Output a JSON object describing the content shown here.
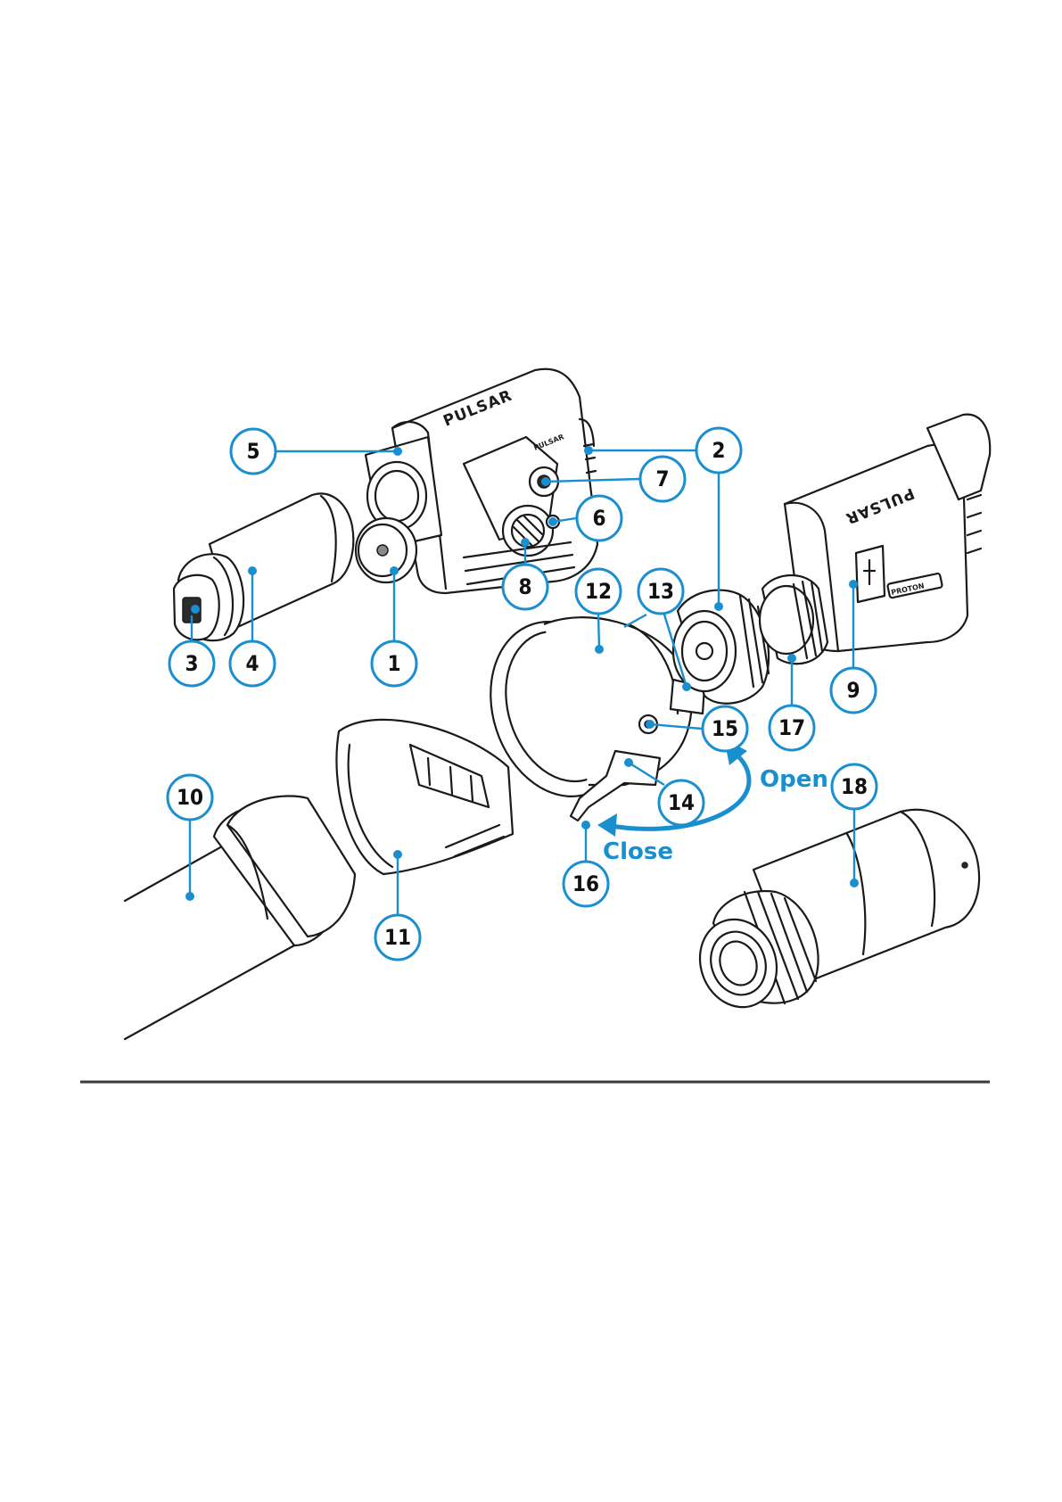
{
  "callouts": [
    {
      "id": "1",
      "label": "1"
    },
    {
      "id": "2",
      "label": "2"
    },
    {
      "id": "3",
      "label": "3"
    },
    {
      "id": "4",
      "label": "4"
    },
    {
      "id": "5",
      "label": "5"
    },
    {
      "id": "6",
      "label": "6"
    },
    {
      "id": "7",
      "label": "7"
    },
    {
      "id": "8",
      "label": "8"
    },
    {
      "id": "9",
      "label": "9"
    },
    {
      "id": "10",
      "label": "10"
    },
    {
      "id": "11",
      "label": "11"
    },
    {
      "id": "12",
      "label": "12"
    },
    {
      "id": "13",
      "label": "13"
    },
    {
      "id": "14",
      "label": "14"
    },
    {
      "id": "15",
      "label": "15"
    },
    {
      "id": "16",
      "label": "16"
    },
    {
      "id": "17",
      "label": "17"
    },
    {
      "id": "18",
      "label": "18"
    }
  ],
  "actions": {
    "open": "Open",
    "close": "Close"
  },
  "device_labels": {
    "brand_main": "PULSAR",
    "brand_secondary": "PULSAR",
    "model_badge": "PROTON"
  },
  "colors": {
    "accent": "#1a8fd0",
    "line": "#1a1a1a"
  }
}
